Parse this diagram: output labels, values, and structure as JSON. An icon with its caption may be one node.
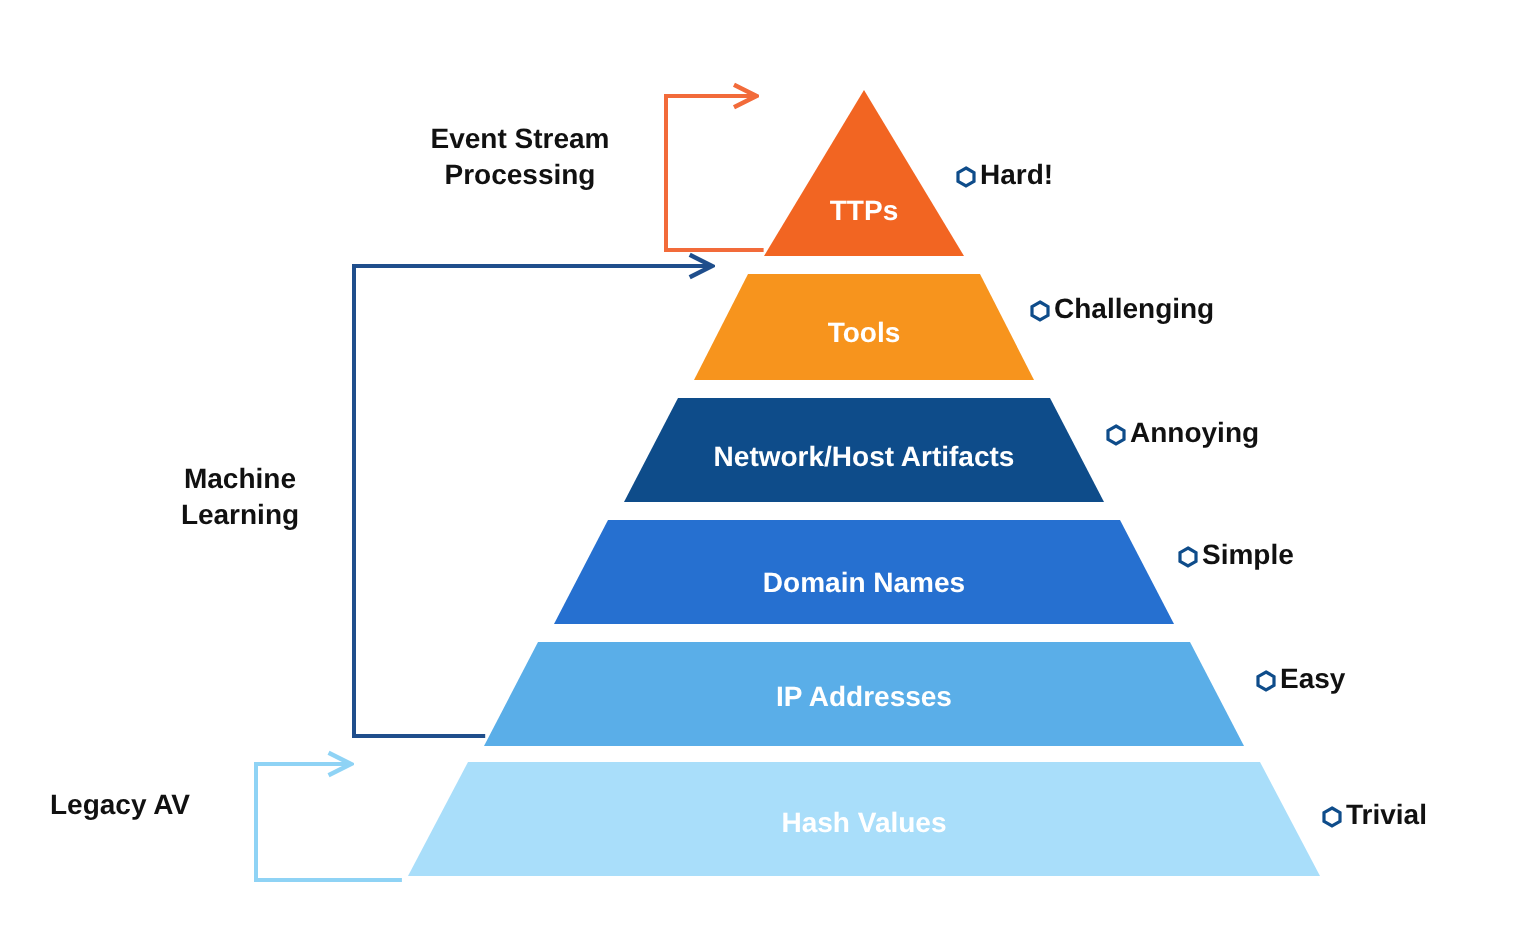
{
  "diagram": {
    "nodes": [
      {
        "text": [
          "TTPs"
        ],
        "beside": [
          "Hard!"
        ]
      },
      {
        "text": [
          "Tools"
        ],
        "beside": [
          "Challenging"
        ]
      },
      {
        "text": [
          "Network/Host Artifacts"
        ],
        "beside": [
          "Annoying"
        ]
      },
      {
        "text": [
          "Domain Names"
        ],
        "beside": [
          "Simple"
        ]
      },
      {
        "text": [
          "IP Addresses"
        ],
        "beside": [
          "Easy"
        ]
      },
      {
        "text": [
          "Hash Values"
        ],
        "beside": [
          "Trivial"
        ]
      }
    ],
    "edges": [
      {
        "from": 0,
        "to": 0,
        "arrow": "to",
        "label": "Event Stream Processing",
        "color": "#f26b3a"
      },
      {
        "from": 4,
        "to": 1,
        "arrow": "to",
        "label": "Machine Learning",
        "color": "#1f4e8c"
      },
      {
        "from": 5,
        "to": 5,
        "arrow": "to",
        "label": "Legacy AV",
        "color": "#8fd3f5"
      }
    ]
  }
}
